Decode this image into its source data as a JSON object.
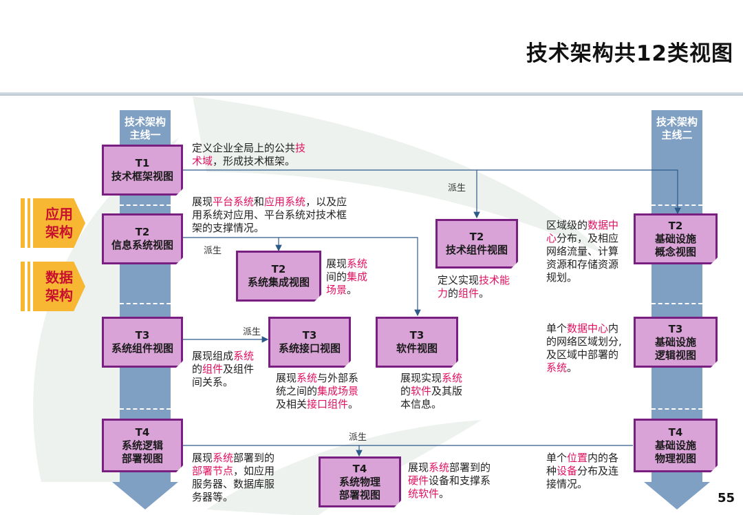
{
  "title": "技术架构共12类视图",
  "page_number": "55",
  "columns": {
    "left": [
      "技术架构",
      "主线一"
    ],
    "right": [
      "技术架构",
      "主线二"
    ]
  },
  "side_tabs": [
    [
      "应用",
      "架构"
    ],
    [
      "数据",
      "架构"
    ]
  ],
  "derive_label": "派生",
  "boxes": {
    "t1": [
      "T1",
      "技术框架视图"
    ],
    "t2_info": [
      "T2",
      "信息系统视图"
    ],
    "t2_int": [
      "T2",
      "系统集成视图"
    ],
    "t2_comp": [
      "T2",
      "技术组件视图"
    ],
    "t2_infra": [
      "T2",
      "基础设施",
      "概念视图"
    ],
    "t3_comp": [
      "T3",
      "系统组件视图"
    ],
    "t3_if": [
      "T3",
      "系统接口视图"
    ],
    "t3_sw": [
      "T3",
      "软件视图"
    ],
    "t3_infra": [
      "T3",
      "基础设施",
      "逻辑视图"
    ],
    "t4_deploy": [
      "T4",
      "系统逻辑",
      "部署视图"
    ],
    "t4_phys": [
      "T4",
      "系统物理",
      "部署视图"
    ],
    "t4_infra": [
      "T4",
      "基础设施",
      "物理视图"
    ]
  },
  "descriptions": {
    "t1": [
      "定义企业全局上的公共",
      "技",
      "",
      "术域",
      "，形成技术框架。"
    ],
    "t2_info": [
      "展现",
      "平台系统",
      "和",
      "应用系统",
      "，以及应",
      "用系统对应用、平台系统对技术框",
      "架的支撑情况。"
    ],
    "t2_int": [
      "展现",
      "系统",
      "",
      "间的",
      "集成",
      "",
      "场景",
      "。"
    ],
    "t2_comp": [
      "定义实现",
      "技术能",
      "",
      "力",
      "的",
      "组件",
      "。"
    ],
    "t2_infra": [
      "区域级的",
      "数据中",
      "",
      "心",
      "分布，及相应",
      "网络流量、计算",
      "资源和存储资源",
      "规划。"
    ],
    "t3_comp": [
      "展现组成",
      "系统",
      "",
      "的",
      "组件",
      "及组件",
      "间关系。"
    ],
    "t3_if": [
      "展现",
      "系统",
      "与外部系",
      "统之间的",
      "集成场景",
      "",
      "及相关",
      "接口组件",
      "。"
    ],
    "t3_sw": [
      "展现实现",
      "系统",
      "",
      "的",
      "软件",
      "及其版",
      "本信息。"
    ],
    "t3_infra": [
      "单个",
      "数据中心",
      "内",
      "的网络区域划分,",
      "及区域中部署的",
      "系统",
      "。"
    ],
    "t4_deploy": [
      "展现",
      "系统",
      "部署到的",
      "部署节点",
      "，如应用",
      "服务器、数据库服",
      "务器等。"
    ],
    "t4_phys": [
      "展现",
      "系统",
      "部署到的",
      "硬件",
      "设备和支撑系",
      "统软件",
      "。"
    ],
    "t4_infra": [
      "单个",
      "位置",
      "内的各",
      "种",
      "设备",
      "分布及连",
      "接情况。"
    ]
  },
  "colors": {
    "box_fill": "#d9a3d7",
    "box_border": "#7a1f82",
    "highlight": "#e0115f",
    "column": "#7f9fc3",
    "side_tab": "#f7b733",
    "side_tab_text": "#c8102e"
  }
}
